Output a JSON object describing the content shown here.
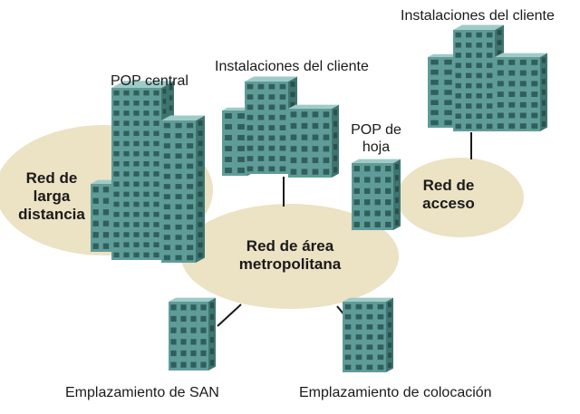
{
  "colors": {
    "ellipse_fill": "#ece2c4",
    "building_face": "#5f9c98",
    "building_side": "#3f7570",
    "building_top": "#9fcbc7",
    "window": "#2f5f5c",
    "line": "#1a1a1a"
  },
  "networks": {
    "long_distance": [
      "Red de",
      "larga",
      "distancia"
    ],
    "metro": [
      "Red de área",
      "metropolitana"
    ],
    "access": [
      "Red de",
      "acceso"
    ]
  },
  "sites": {
    "pop_central": "POP central",
    "client_top_right": "Instalaciones del cliente",
    "client_center": "Instalaciones del cliente",
    "pop_leaf": [
      "POP de",
      "hoja"
    ],
    "san": "Emplazamiento de SAN",
    "colocation": "Emplazamiento de colocación"
  }
}
